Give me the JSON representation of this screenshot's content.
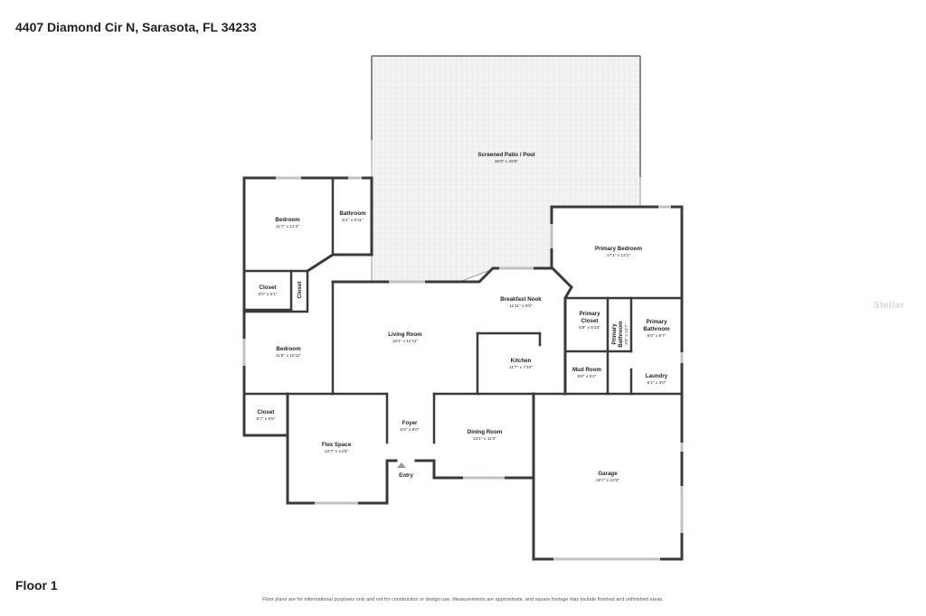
{
  "header": {
    "address": "4407 Diamond Cir N, Sarasota, FL 34233"
  },
  "footer": {
    "floor_label": "Floor 1",
    "disclaimer": "Floor plans are for informational purposes only and not for construction or design use. Measurements are approximate, and square footage may include finished and unfinished areas."
  },
  "watermark": "Stellar",
  "rooms": {
    "patio": {
      "name": "Screened Patio / Pool",
      "dims": "35'8\" x 28'6\""
    },
    "bedroom1": {
      "name": "Bedroom",
      "dims": "11'7\" x 12'2\""
    },
    "bathroom": {
      "name": "Bathroom",
      "dims": "5'1\" x 9'11\""
    },
    "closet1": {
      "name": "Closet",
      "dims": "6'0\" x 5'1\""
    },
    "closet2": {
      "name": "Closet"
    },
    "bedroom2": {
      "name": "Bedroom",
      "dims": "11'8\" x 10'11\""
    },
    "closet3": {
      "name": "Closet",
      "dims": "5'7\" x 5'5\""
    },
    "flex": {
      "name": "Flex Space",
      "dims": "12'7\" x 14'5\""
    },
    "living": {
      "name": "Living Room",
      "dims": "19'1\" x 14'11\""
    },
    "foyer": {
      "name": "Foyer",
      "dims": "6'5\" x 8'0\""
    },
    "entry": {
      "name": "Entry"
    },
    "dining": {
      "name": "Dining Room",
      "dims": "13'1\" x 11'0\""
    },
    "kitchen": {
      "name": "Kitchen",
      "dims": "11'7\" x 7'10\""
    },
    "nook": {
      "name": "Breakfast Nook",
      "dims": "11'11\" x 8'5\""
    },
    "primary_bedroom": {
      "name": "Primary Bedroom",
      "dims": "17'1\" x 12'1\""
    },
    "primary_closet": {
      "name1": "Primary",
      "name2": "Closet",
      "dims": "5'8\" x 6'10\""
    },
    "primary_bath_small": {
      "name1": "Primary",
      "name2": "Bathroom",
      "dims": "3'0\" x 12'7\""
    },
    "primary_bathroom": {
      "name1": "Primary",
      "name2": "Bathroom",
      "dims": "6'0\" x 9'7\""
    },
    "mud_room": {
      "name": "Mud Room",
      "dims": "5'8\" x 5'4\""
    },
    "laundry": {
      "name": "Laundry",
      "dims": "6'1\" x 3'0\""
    },
    "garage": {
      "name": "Garage",
      "dims": "19'7\" x 22'2\""
    }
  }
}
